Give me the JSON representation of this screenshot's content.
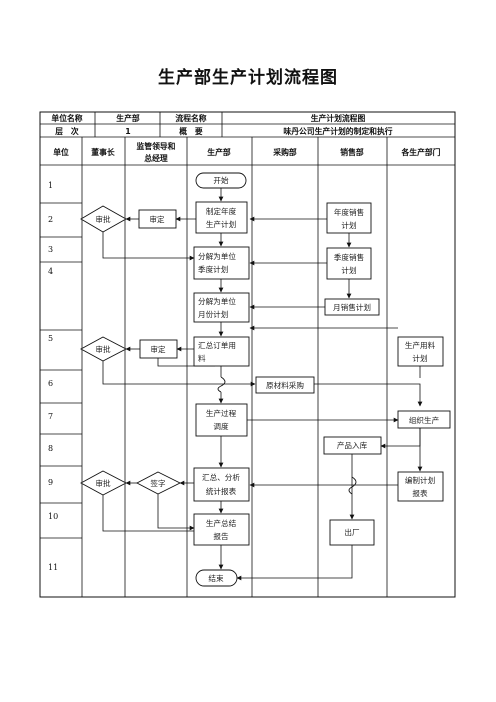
{
  "title": "生产部生产计划流程图",
  "info": {
    "unit_label": "单位名称",
    "unit_value": "生产部",
    "flow_label": "流程名称",
    "flow_value": "生产计划流程图",
    "level_label": "层　次",
    "level_value": "1",
    "summary_label": "概　要",
    "summary_value": "味丹公司生产计划的制定和执行"
  },
  "columns": {
    "unit": "单位",
    "board": "董事长",
    "supervisor_line1": "监管领导和",
    "supervisor_line2": "总经理",
    "production": "生产部",
    "purchasing": "采购部",
    "sales": "销售部",
    "departments": "各生产部门"
  },
  "rows": [
    "1",
    "2",
    "3",
    "4",
    "5",
    "6",
    "7",
    "8",
    "9",
    "10",
    "11"
  ],
  "nodes": {
    "start": "开始",
    "annual_plan": [
      "制定年度",
      "生产计划"
    ],
    "quarter_plan": [
      "分解为单位",
      "季度计划"
    ],
    "month_plan": [
      "分解为单位",
      "月份计划"
    ],
    "summary_material": [
      "汇总订单用",
      "料"
    ],
    "process_dispatch": [
      "生产过程",
      "调度"
    ],
    "analysis_report": [
      "汇总、分析",
      "统计报表"
    ],
    "final_report": [
      "生产总结",
      "报告"
    ],
    "end": "结束",
    "sales_annual": [
      "年度销售",
      "计划"
    ],
    "sales_quarter": [
      "季度销售",
      "计划"
    ],
    "sales_month": "月销售计划",
    "storage": "产品入库",
    "shipment": "出厂",
    "material_purchase": "原材料采购",
    "dept_material": [
      "生产用料",
      "计划"
    ],
    "organize_production": "组织生产",
    "compile_report": [
      "编制计划",
      "报表"
    ],
    "approve1": "审批",
    "approve2": "审批",
    "approve3": "审批",
    "review1": "审定",
    "review2": "审定",
    "sign": "签字"
  }
}
